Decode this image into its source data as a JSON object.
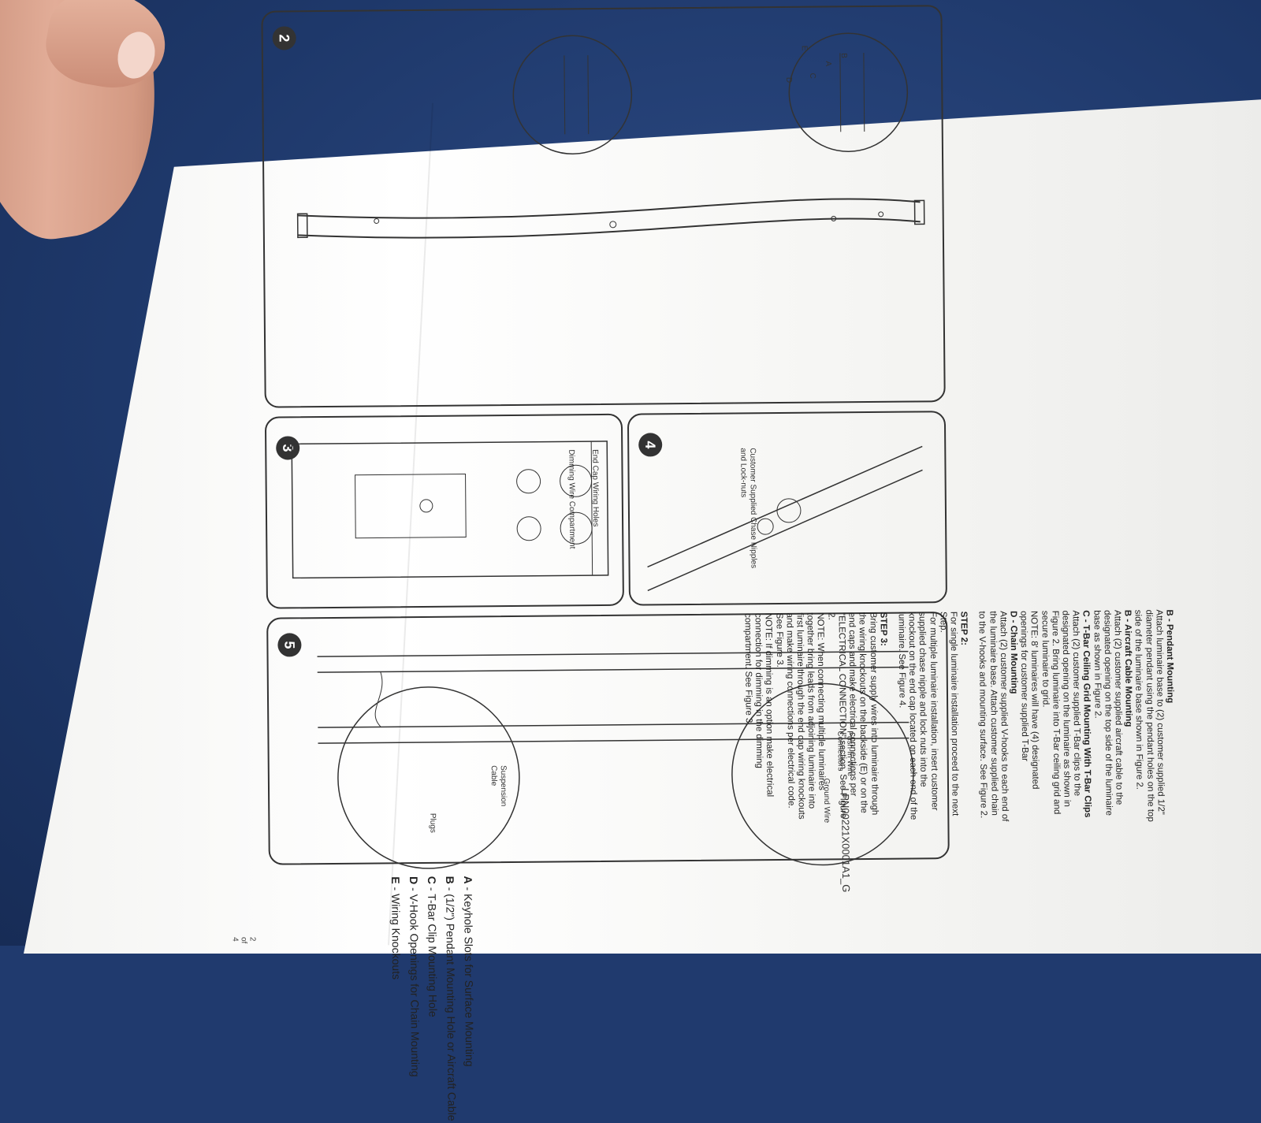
{
  "figure_numbers": {
    "fig2": "2",
    "fig3": "3",
    "fig4": "4",
    "fig5": "5"
  },
  "legend": [
    {
      "letter": "A",
      "text": "Keyhole Slots for Surface Mounting"
    },
    {
      "letter": "B",
      "text": "(1/2\") Pendant Mounting Hole or Aircraft Cable"
    },
    {
      "letter": "C",
      "text": "T-Bar Clip Mounting Hole"
    },
    {
      "letter": "D",
      "text": "V-Hook Openings for Chain Mounting"
    },
    {
      "letter": "E",
      "text": "Wiring Knockouts"
    }
  ],
  "callouts": {
    "end_cap_wiring_holes": "End Cap Wiring Holes",
    "dimming_wire_compartment": "Dimming Wire Compartment",
    "chase_nipples": "Customer Supplied Chase Nipples and Lock-nuts",
    "plugs": "Plugs",
    "suspension_cable": "Suspension Cable",
    "ground_wire": "Ground Wire",
    "push_in_connectors": "Push-In Wire Connectors",
    "marker_e": "E",
    "marker_d": "D",
    "marker_b": "B",
    "marker_a": "A",
    "marker_c": "C"
  },
  "instructions": {
    "pendant_heading": "B - Pendant Mounting",
    "pendant_text": "Attach luminaire base to (2) customer supplied 1/2\" diameter pendant using the pendant holes on the top side of the luminaire base shown in Figure 2.",
    "aircraft_heading": "B - Aircraft Cable Mounting",
    "aircraft_text": "Attach (2) customer supplied aircraft cable to the designated opening on the top side of the luminaire base as shown in Figure 2.",
    "tbar_heading": "C - T-Bar Ceiling Grid Mounting With T-Bar Clips",
    "tbar_text": "Attach (2) customer supplied T-Bar clips to the designated opening on the luminaire as shown in Figure 2. Bring luminaire into T-Bar ceiling grid and secure luminaire to grid.",
    "note1": "NOTE: 8' luminaires will have (4) designated openings for customer supplied T-Bar",
    "chain_heading": "D - Chain Mounting",
    "chain_text": "Attach (2) customer supplied V-hooks to each end of the luminaire base. Attach customer supplied chain to the V-hooks and mounting surface. See Figure 2.",
    "step2_heading": "STEP 2:",
    "step2_text_a": "For single luminaire installation proceed to the next Step.",
    "step2_text_b": "For multiple luminaire installation, insert customer supplied chase nipple and lock nuts into the knockout on the end cap located on each end of the luminaire. See Figure 4.",
    "step3_heading": "STEP 3:",
    "step3_text": "Bring customer supply wires into luminaire through the wiring knockouts on the backside (E) or on the end caps and make electrical connections per \"ELECTRICAL CONNECTION\" section. See Figure 2.",
    "note2": "NOTE: When connecting multiple luminaires together bring leads from adjoining luminaire into first luminaire through the end cap wiring knockouts and make wiring connections per electrical code. See Figure 3.",
    "note3": "NOTE: If dimming is an option make electrical connection for dimming in the dimming compartment. See Figure 3."
  },
  "doc_id": "LPN00221X0001A1_G",
  "page_number": "2 of 4"
}
